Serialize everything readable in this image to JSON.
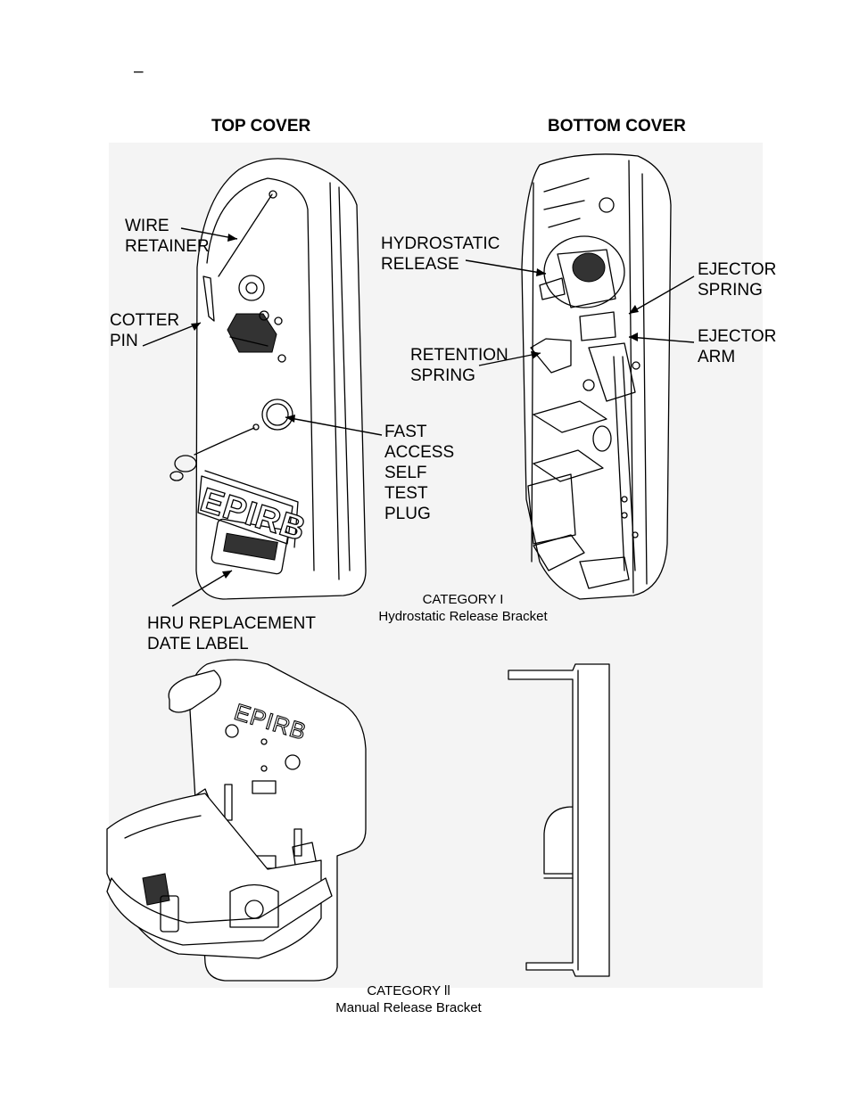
{
  "page_mark": "–",
  "headings": {
    "top_cover": "TOP COVER",
    "bottom_cover": "BOTTOM COVER"
  },
  "callouts": {
    "wire_retainer": "WIRE\nRETAINER",
    "cotter_pin": "COTTER\nPIN",
    "hydrostatic_release": "HYDROSTATIC\nRELEASE",
    "ejector_spring": "EJECTOR\nSPRING",
    "ejector_arm": "EJECTOR\nARM",
    "retention_spring": "RETENTION\nSPRING",
    "fast_access": "FAST\nACCESS\nSELF\nTEST\nPLUG",
    "hru_label": "HRU REPLACEMENT\nDATE LABEL"
  },
  "device_text": {
    "epirb_top": "EPIRB",
    "epirb_bracket": "EPIRB"
  },
  "captions": {
    "category1": "CATEGORY  I\nHydrostatic Release Bracket",
    "category2": "CATEGORY ll\nManual Release Bracket"
  }
}
